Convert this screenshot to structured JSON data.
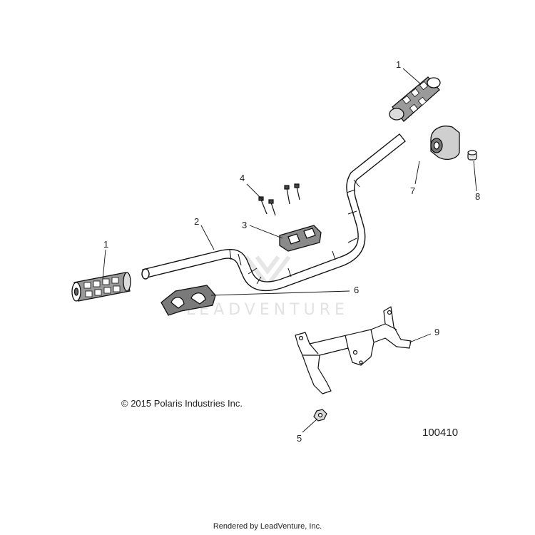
{
  "watermark": "LEADVENTURE",
  "copyright": "© 2015 Polaris Industries Inc.",
  "figure_number": "100410",
  "footer": "Rendered by LeadVenture, Inc.",
  "callouts": [
    "1",
    "2",
    "3",
    "4",
    "1",
    "7",
    "8",
    "6",
    "9",
    "5"
  ]
}
